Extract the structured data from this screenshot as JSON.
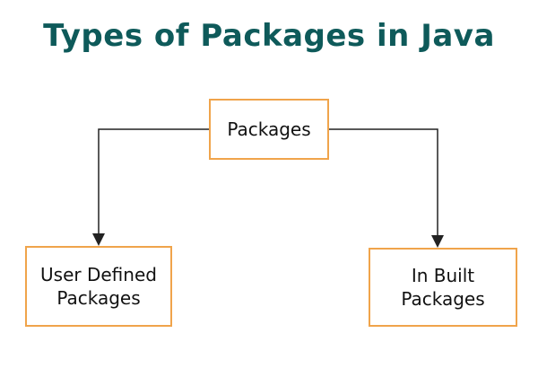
{
  "title": "Types of Packages in Java",
  "nodes": {
    "root": {
      "label": "Packages"
    },
    "left": {
      "line1": "User Defined",
      "line2": "Packages"
    },
    "right": {
      "line1": "In Built",
      "line2": "Packages"
    }
  },
  "colors": {
    "title": "#0e5a5a",
    "box_border": "#f0a44b",
    "connector": "#222222",
    "text": "#111111"
  }
}
